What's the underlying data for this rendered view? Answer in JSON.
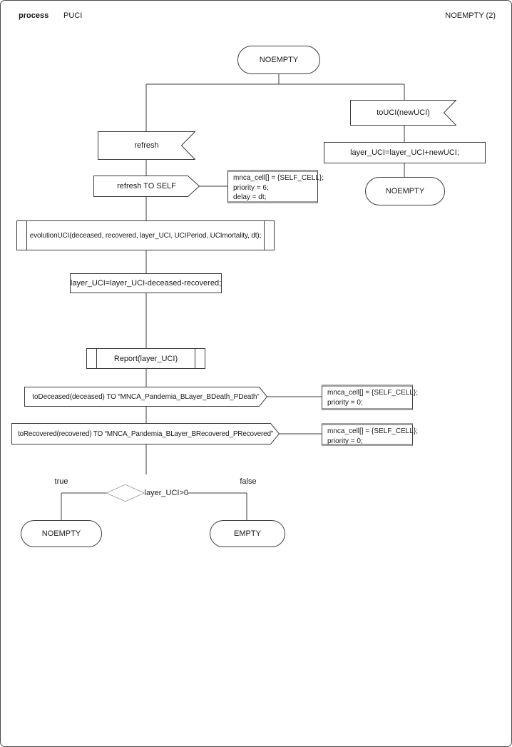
{
  "header": {
    "kind": "process",
    "process_name": "PUCI",
    "diagram_title": "NOEMPTY (2)"
  },
  "colors": {
    "line": "#3c3c3c",
    "comment_border": "#a0a0a0",
    "background": "#ffffff",
    "text": "#1a1a1a"
  },
  "diagram": {
    "start_state": {
      "label": "NOEMPTY"
    },
    "right_branch": {
      "input": {
        "label": "toUCI(newUCI)"
      },
      "task": {
        "label": "layer_UCI=layer_UCI+newUCI;"
      },
      "next_state": {
        "label": "NOEMPTY"
      }
    },
    "left_branch": {
      "input": {
        "label": "refresh"
      },
      "output_self": {
        "label": "refresh TO SELF"
      },
      "output_self_comment": {
        "lines": [
          "mnca_cell[] = {SELF_CELL};",
          "priority = 6;",
          "delay = dt;"
        ]
      },
      "procedure_evolution": {
        "label": "evolutionUCI(deceased, recovered, layer_UCI, UCIPeriod, UCImortality, dt);"
      },
      "task": {
        "label": "layer_UCI=layer_UCI-deceased-recovered;"
      },
      "procedure_report": {
        "label": "Report(layer_UCI)"
      },
      "output_deceased": {
        "label": "toDeceased(deceased) TO “MNCA_Pandemia_BLayer_BDeath_PDeath”"
      },
      "output_deceased_comment": {
        "lines": [
          "mnca_cell[] = {SELF_CELL};",
          "priority = 0;"
        ]
      },
      "output_recovered": {
        "label": "toRecovered(recovered) TO “MNCA_Pandemia_BLayer_BRecovered_PRecovered”"
      },
      "output_recovered_comment": {
        "lines": [
          "mnca_cell[] = {SELF_CELL};",
          "priority = 0;"
        ]
      },
      "decision": {
        "label": "layer_UCI>0",
        "true_label": "true",
        "false_label": "false"
      },
      "true_state": {
        "label": "NOEMPTY"
      },
      "false_state": {
        "label": "EMPTY"
      }
    }
  }
}
